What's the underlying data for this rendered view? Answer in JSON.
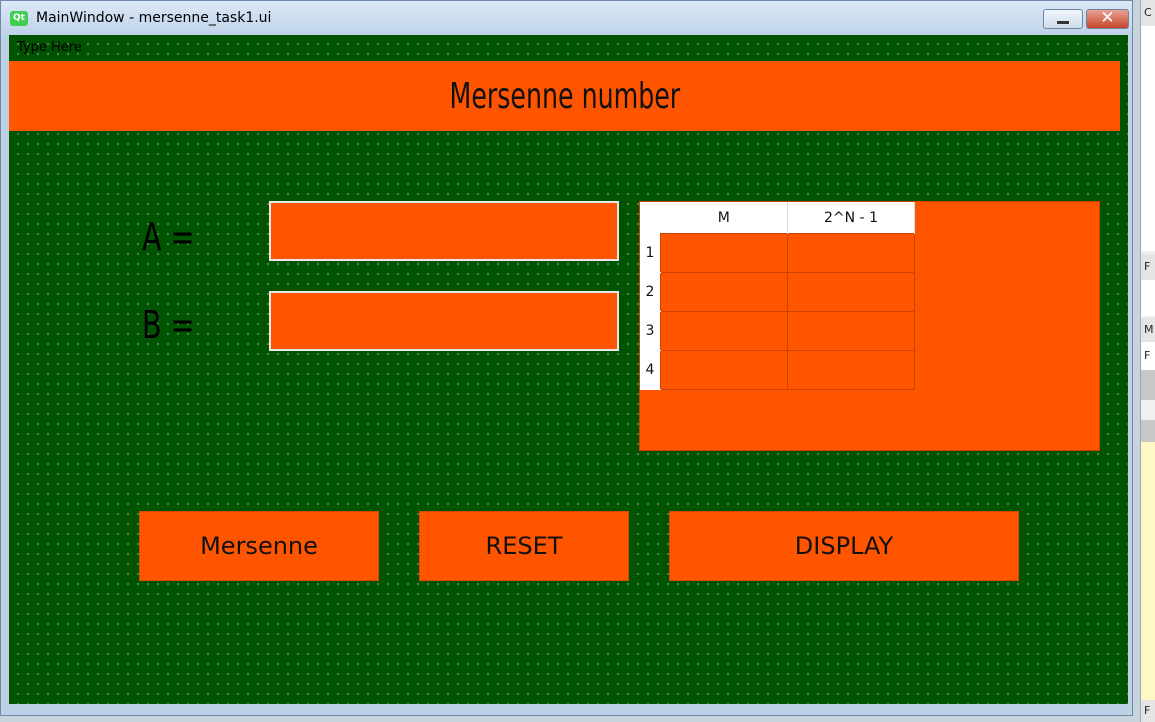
{
  "window": {
    "logo": "Qt",
    "title": "MainWindow - mersenne_task1.ui",
    "minimize_icon": "minimize-icon",
    "close_icon": "close-icon",
    "close_glyph": "✕"
  },
  "menubar": {
    "placeholder": "Type Here"
  },
  "header": {
    "title": "Mersenne number"
  },
  "form": {
    "a_label": "A =",
    "b_label": "B =",
    "a_value": "",
    "b_value": ""
  },
  "table": {
    "columns": [
      "M",
      "2^N - 1"
    ],
    "rows": [
      "1",
      "2",
      "3",
      "4"
    ]
  },
  "buttons": {
    "mersenne": "Mersenne",
    "reset": "RESET",
    "display": "DISPLAY"
  },
  "colors": {
    "background": "#005300",
    "accent": "#ff5500"
  },
  "side_panel": {
    "letters": [
      "C",
      "F",
      "M",
      "F",
      "F"
    ]
  }
}
